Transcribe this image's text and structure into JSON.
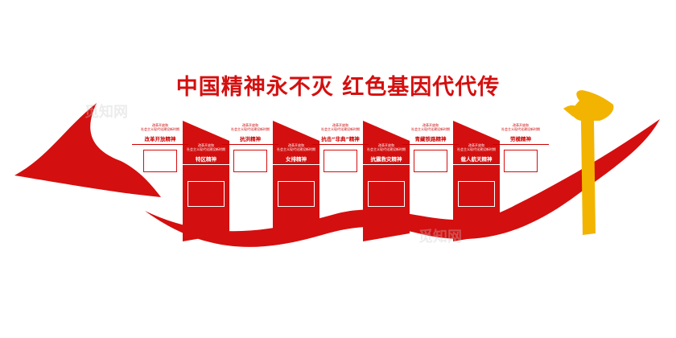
{
  "headline": "中国精神永不灭  红色基因代代传",
  "era_text": [
    "改革开放和",
    "社会主义现代化建设新时期"
  ],
  "panels": [
    {
      "title": "改革开放精神",
      "style": "white"
    },
    {
      "title": "特区精神",
      "style": "red"
    },
    {
      "title": "抗洪精神",
      "style": "white"
    },
    {
      "title": "女排精神",
      "style": "red"
    },
    {
      "title": "抗击“非典”精神",
      "style": "white"
    },
    {
      "title": "抗震救灾精神",
      "style": "red"
    },
    {
      "title": "青藏铁路精神",
      "style": "white"
    },
    {
      "title": "载人航天精神",
      "style": "red"
    },
    {
      "title": "劳模精神",
      "style": "white"
    }
  ],
  "colors": {
    "brand_red": "#d40f0f",
    "gold": "#f2b400"
  },
  "watermark": "觅知网"
}
